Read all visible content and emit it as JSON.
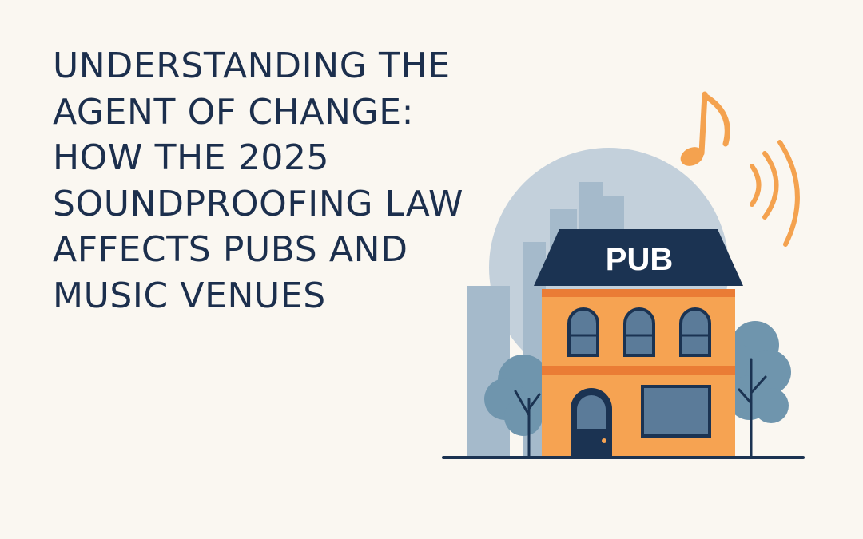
{
  "headline": {
    "lines": [
      "UNDERSTANDING THE",
      "AGENT OF CHANGE:",
      "HOW THE 2025",
      "SOUNDPROOFING LAW",
      "AFFECTS PUBS AND",
      "MUSIC VENUES"
    ]
  },
  "illustration": {
    "sign_text": "PUB",
    "icons": [
      "music-note-icon",
      "sound-waves-icon",
      "tree-icon",
      "city-skyline"
    ],
    "colors": {
      "background": "#faf7f1",
      "headline": "#1c2f4d",
      "roof": "#1b3352",
      "building": "#f6a352",
      "band": "#ea7c35",
      "windows": "#5b7b99",
      "trees": "#6f95ad",
      "skyline": "#9fb5c7",
      "circle": "#c3d0db",
      "note": "#f4a24f"
    }
  }
}
